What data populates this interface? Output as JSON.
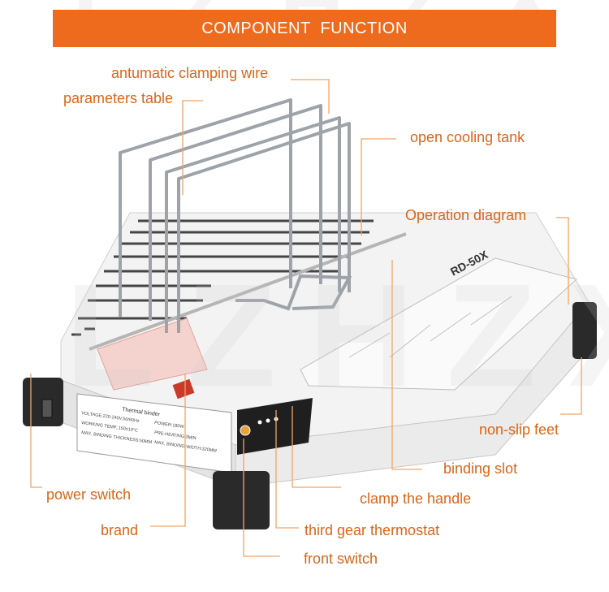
{
  "banner": {
    "title": "COMPONENT  FUNCTION"
  },
  "watermark": {
    "text": "LZHZXY"
  },
  "device": {
    "model": "RD-50X",
    "panel_title": "Thermal binder",
    "spec_lines": [
      "VOLTAGE:220-240V,50/60Hz",
      "WORKING TEMP.:150±10°C",
      "MAX. BINDING THICKNESS:50MM",
      "POWER:180W",
      "PRE-HEATING:3MIN",
      "MAX. BINDING WIDTH:320MM"
    ]
  },
  "labels": {
    "clamping_wire": "antumatic clamping wire",
    "parameters_table": "parameters table",
    "cooling_tank": "open cooling tank",
    "operation_diagram": "Operation diagram",
    "non_slip_feet": "non-slip feet",
    "binding_slot": "binding slot",
    "clamp_handle": "clamp the handle",
    "power_switch": "power switch",
    "brand": "brand",
    "thermostat": "third gear thermostat",
    "front_switch": "front switch"
  },
  "colors": {
    "accent": "#ee6a1c",
    "label": "#d9661a",
    "leader": "#f0a467"
  }
}
